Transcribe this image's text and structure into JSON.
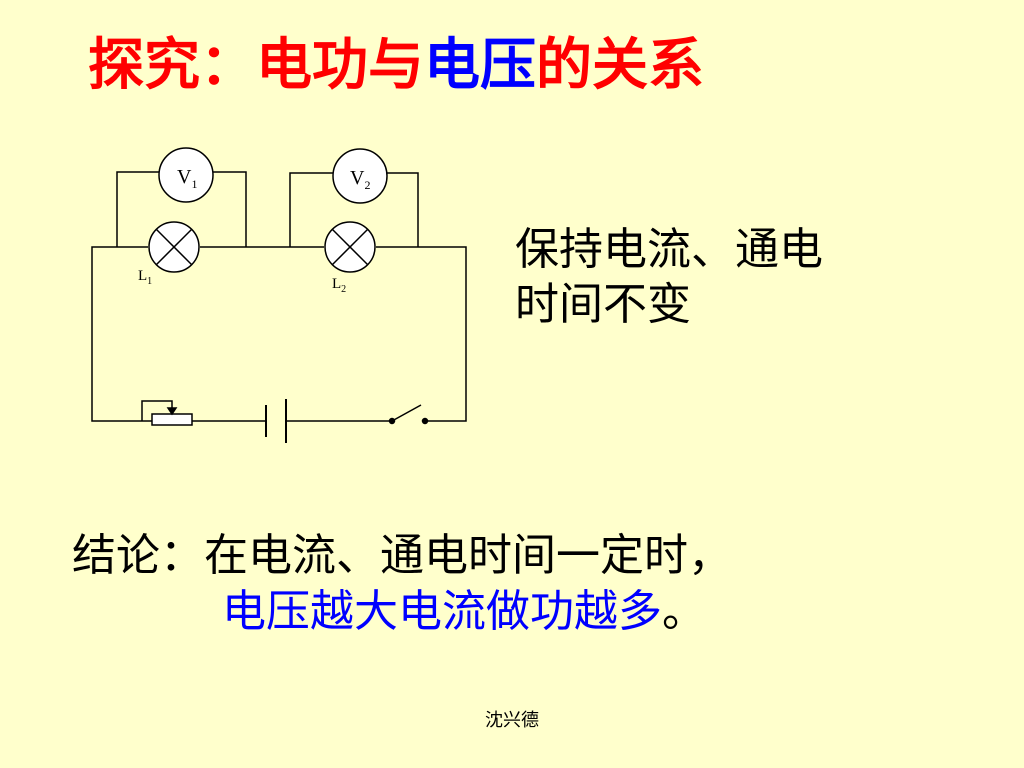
{
  "title": {
    "part1": "探究：电功与",
    "part2": "电压",
    "part3": "的关系"
  },
  "diagram": {
    "v1_letter": "V",
    "v1_sub": "1",
    "v2_letter": "V",
    "v2_sub": "2",
    "l1_letter": "L",
    "l1_sub": "1",
    "l2_letter": "L",
    "l2_sub": "2"
  },
  "condition": {
    "line1": "保持电流、通电",
    "line2": "时间不变"
  },
  "conclusion": {
    "line1": "结论：在电流、通电时间一定时，",
    "line2_blue": "电压越大电流做功越多",
    "line2_end": "。"
  },
  "footer": "沈兴德",
  "colors": {
    "background": "#FFFFCC",
    "title_red": "#FF0000",
    "accent_blue": "#0000FF"
  }
}
